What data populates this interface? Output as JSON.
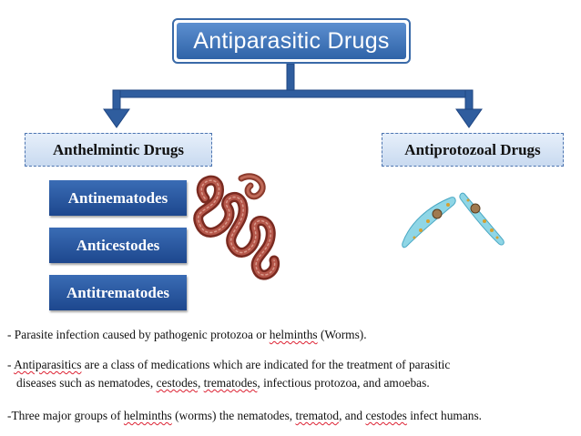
{
  "title": "Antiparasitic Drugs",
  "categories": {
    "left": "Anthelmintic Drugs",
    "right": "Antiprotozoal Drugs"
  },
  "anthelmintic_types": [
    "Antinematodes",
    "Anticestodes",
    "Antitrematodes"
  ],
  "notes": {
    "line1": {
      "a": "- Parasite infection caused by pathogenic protozoa or ",
      "b": "helminths",
      "c": " (Worms)."
    },
    "line2": {
      "a": "- ",
      "b": "Antiparasitics",
      "c": " are a class of medications which are indicated for the treatment of parasitic"
    },
    "line2b": {
      "a": "diseases such as nematodes, ",
      "b": "cestodes",
      "c": ", ",
      "d": "trematodes",
      "e": ", infectious protozoa, and amoebas."
    },
    "line3": {
      "a": "-Three major groups of ",
      "b": "helminths",
      "c": " (worms) the nematodes, ",
      "d": "trematod",
      "e": ", and ",
      "f": "cestodes",
      "g": " infect humans."
    }
  },
  "colors": {
    "title_fill": "#2f63a8",
    "connector": "#2f5d9e",
    "category_fill": "#d6e3f4",
    "subtype_fill": "#1d478e"
  }
}
